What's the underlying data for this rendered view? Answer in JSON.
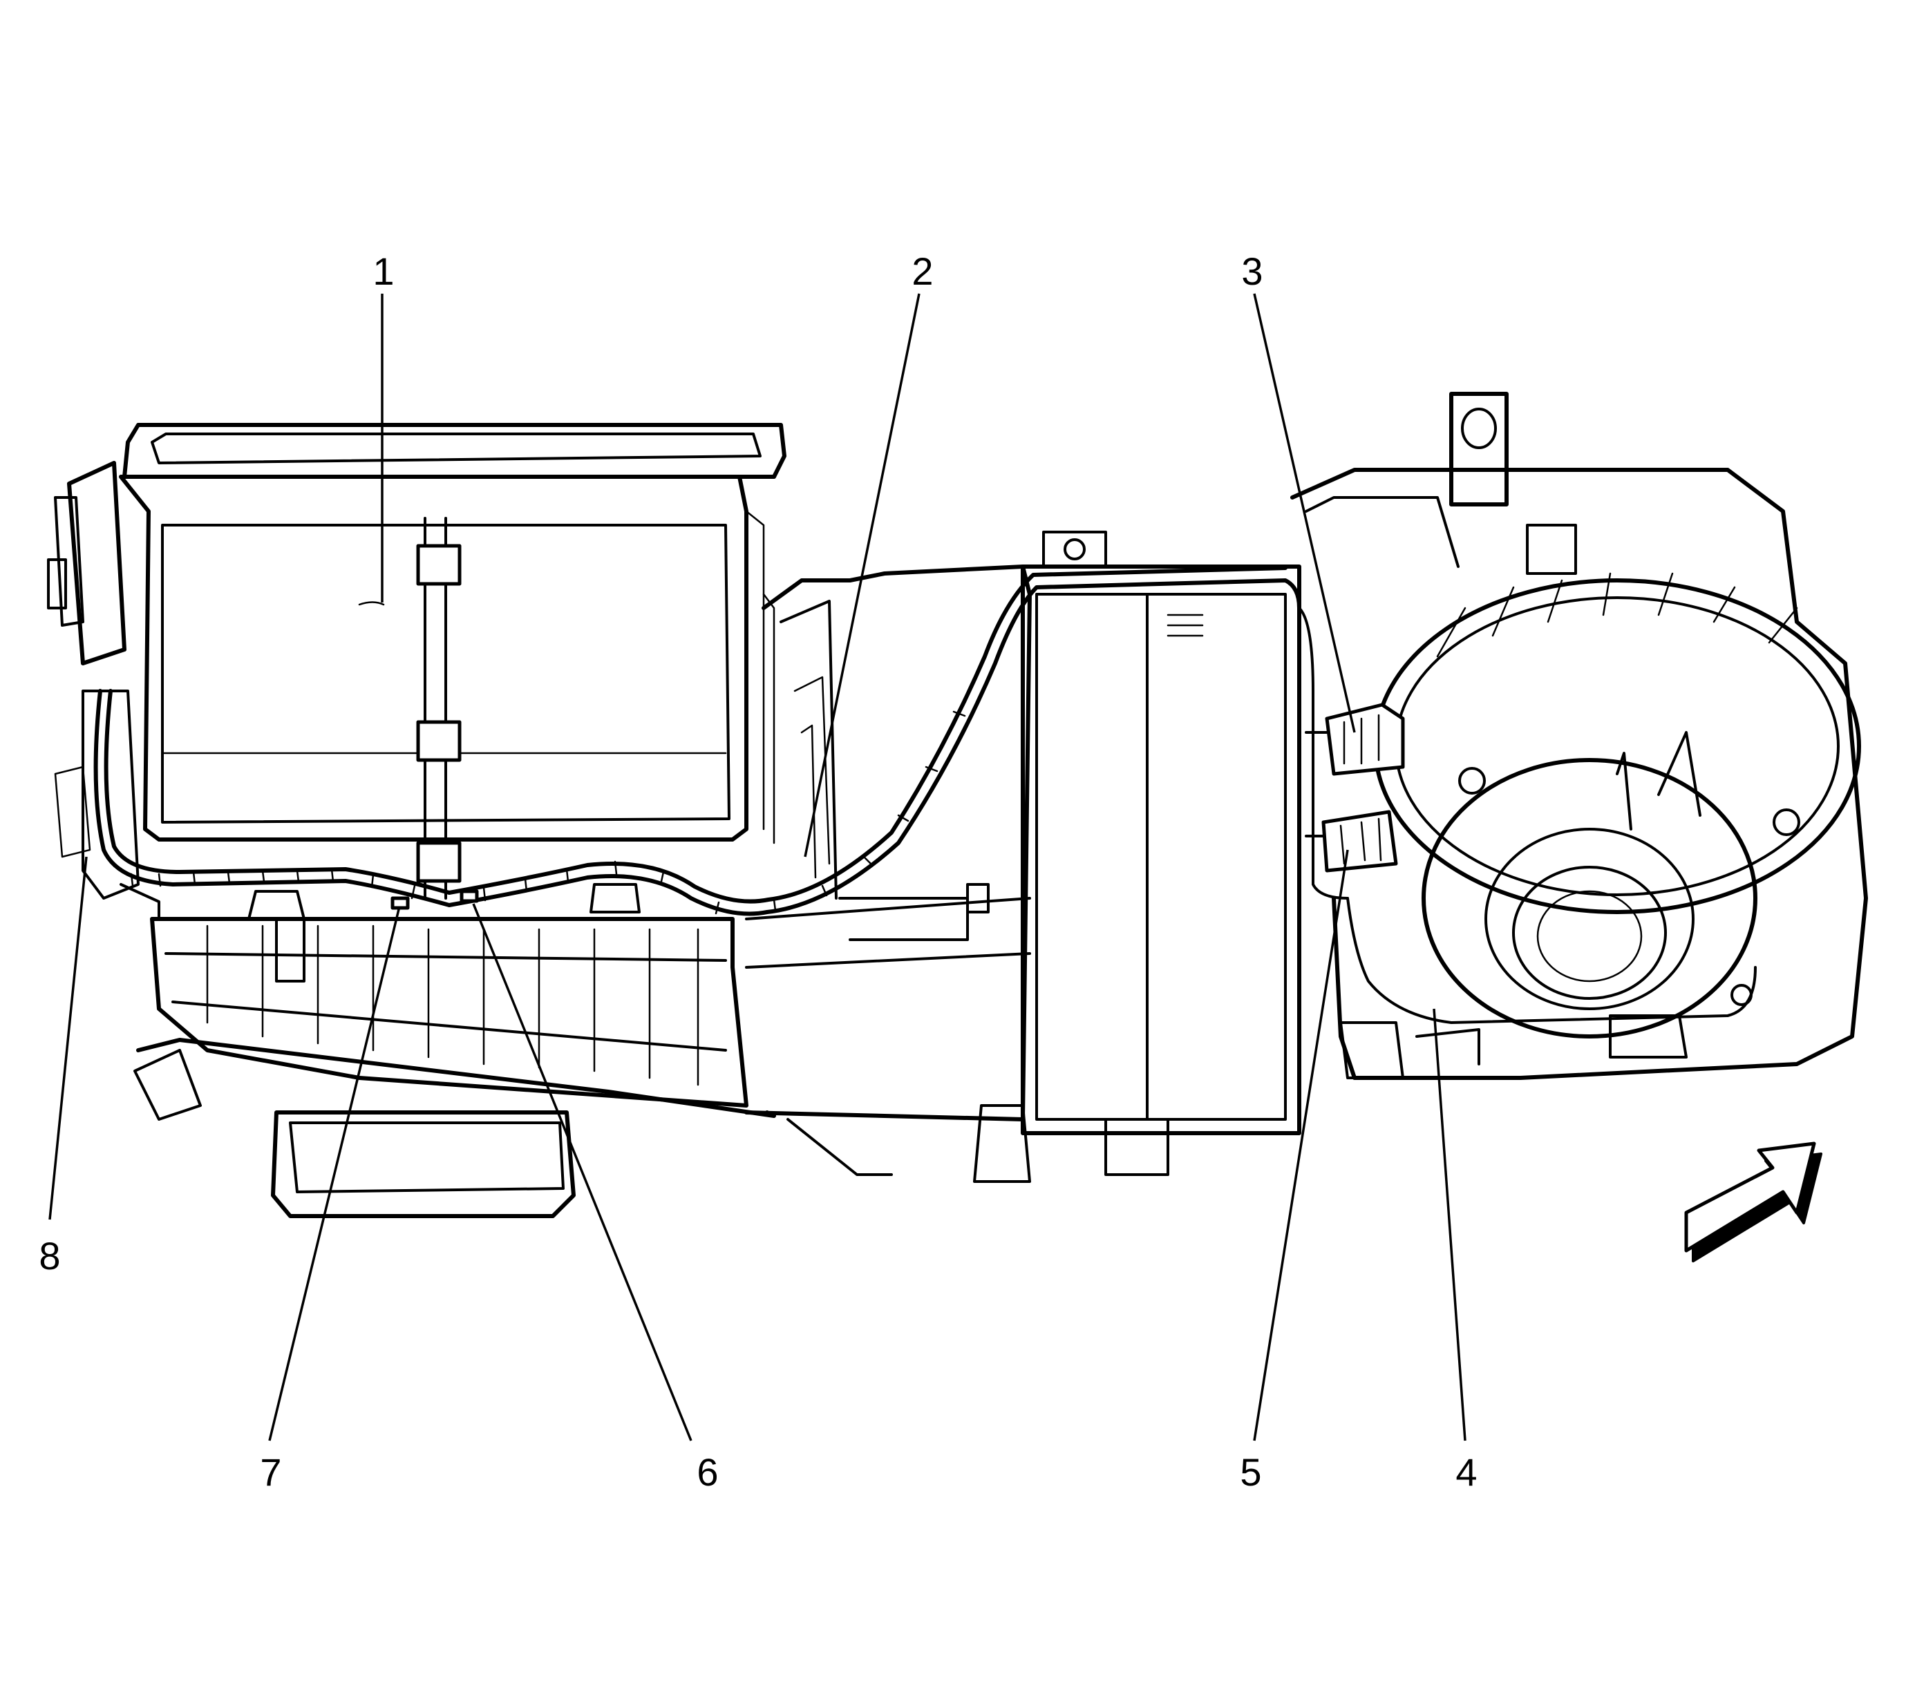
{
  "callouts": [
    {
      "id": "1",
      "label": "1"
    },
    {
      "id": "2",
      "label": "2"
    },
    {
      "id": "3",
      "label": "3"
    },
    {
      "id": "4",
      "label": "4"
    },
    {
      "id": "5",
      "label": "5"
    },
    {
      "id": "6",
      "label": "6"
    },
    {
      "id": "7",
      "label": "7"
    },
    {
      "id": "8",
      "label": "8"
    }
  ],
  "colors": {
    "line": "#000000",
    "background": "#ffffff"
  },
  "icons": {
    "direction": "front-direction-arrow-icon"
  }
}
